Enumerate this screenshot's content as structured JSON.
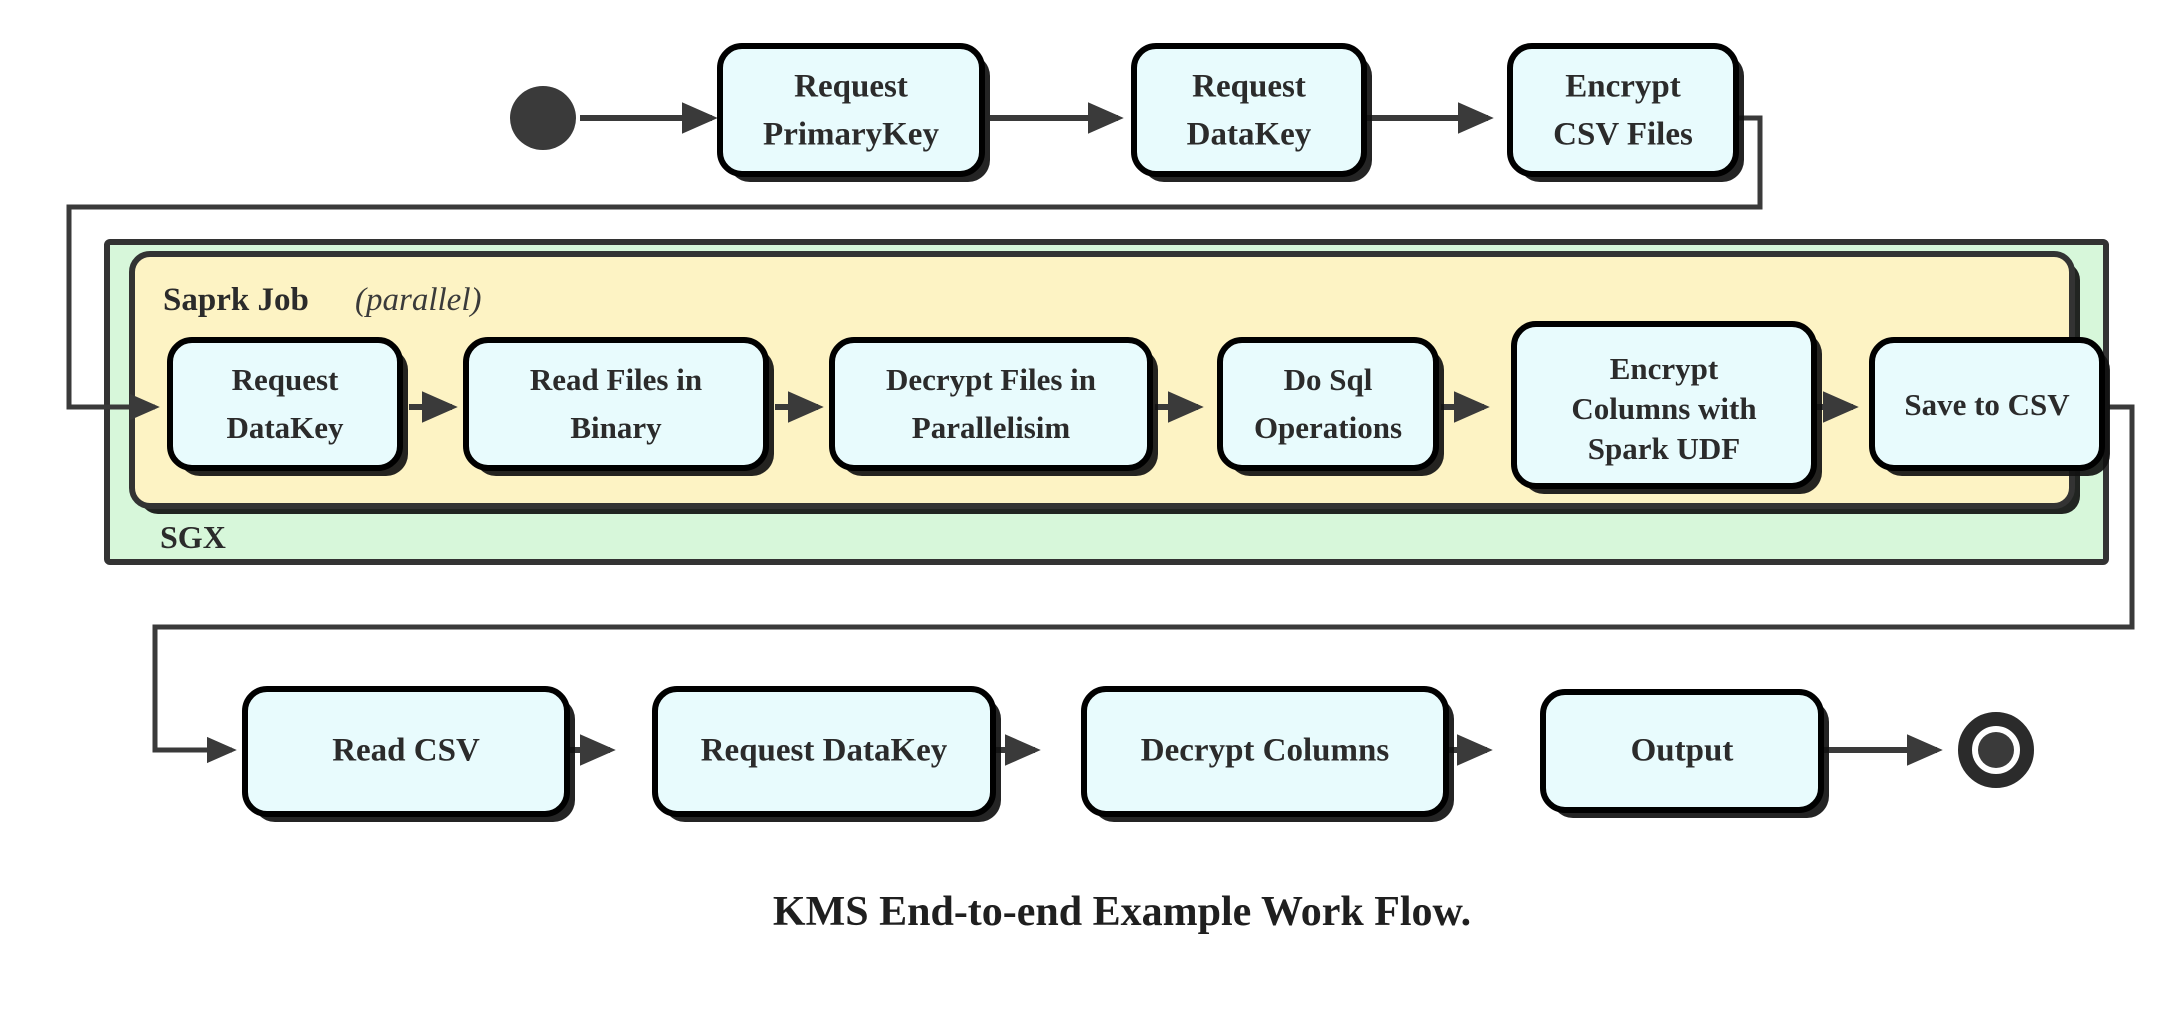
{
  "diagram": {
    "caption": "KMS End-to-end Example Work Flow.",
    "colors": {
      "node_fill": "#e8fbfd",
      "node_stroke": "#000000",
      "sgx_fill": "#d7f7da",
      "spark_fill": "#fdf3c4",
      "edge": "#3a3a3a",
      "text": "#2b2b2b",
      "background": "#ffffff"
    },
    "start_node": {
      "name": "start",
      "shape": "filled-circle"
    },
    "end_node": {
      "name": "end",
      "shape": "bullseye-circle"
    },
    "groups": [
      {
        "id": "sgx",
        "label": "SGX",
        "label_position": "bottom-left",
        "fill": "#d7f7da"
      },
      {
        "id": "spark",
        "label_bold": "Saprk Job",
        "label_italic": "(parallel)",
        "label_position": "top-left",
        "fill": "#fdf3c4"
      }
    ],
    "rows": {
      "top": {
        "name": "top-row",
        "nodes": [
          {
            "id": "request-primarykey",
            "lines": [
              "Request",
              "PrimaryKey"
            ]
          },
          {
            "id": "request-datakey-top",
            "lines": [
              "Request",
              "DataKey"
            ]
          },
          {
            "id": "encrypt-csv-files",
            "lines": [
              "Encrypt",
              "CSV Files"
            ]
          }
        ]
      },
      "spark": {
        "name": "spark-row",
        "nodes": [
          {
            "id": "request-datakey-spark",
            "lines": [
              "Request",
              "DataKey"
            ]
          },
          {
            "id": "read-files-in-binary",
            "lines": [
              "Read Files in",
              "Binary"
            ]
          },
          {
            "id": "decrypt-files-in-parallelisim",
            "lines": [
              "Decrypt Files in",
              "Parallelisim"
            ]
          },
          {
            "id": "do-sql-operations",
            "lines": [
              "Do Sql",
              "Operations"
            ]
          },
          {
            "id": "encrypt-columns-with-spark-udf",
            "lines": [
              "Encrypt",
              "Columns with",
              "Spark UDF"
            ]
          },
          {
            "id": "save-to-csv",
            "lines": [
              "Save to CSV"
            ]
          }
        ]
      },
      "bottom": {
        "name": "bottom-row",
        "nodes": [
          {
            "id": "read-csv",
            "lines": [
              "Read CSV"
            ]
          },
          {
            "id": "request-datakey-bottom",
            "lines": [
              "Request DataKey"
            ]
          },
          {
            "id": "decrypt-columns",
            "lines": [
              "Decrypt Columns"
            ]
          },
          {
            "id": "output",
            "lines": [
              "Output"
            ]
          }
        ]
      }
    },
    "edges": [
      {
        "from": "start",
        "to": "request-primarykey",
        "kind": "straight"
      },
      {
        "from": "request-primarykey",
        "to": "request-datakey-top",
        "kind": "straight"
      },
      {
        "from": "request-datakey-top",
        "to": "encrypt-csv-files",
        "kind": "straight"
      },
      {
        "from": "encrypt-csv-files",
        "to": "request-datakey-spark",
        "kind": "orthogonal-loop-left"
      },
      {
        "from": "request-datakey-spark",
        "to": "read-files-in-binary",
        "kind": "straight"
      },
      {
        "from": "read-files-in-binary",
        "to": "decrypt-files-in-parallelisim",
        "kind": "straight"
      },
      {
        "from": "decrypt-files-in-parallelisim",
        "to": "do-sql-operations",
        "kind": "straight"
      },
      {
        "from": "do-sql-operations",
        "to": "encrypt-columns-with-spark-udf",
        "kind": "straight"
      },
      {
        "from": "encrypt-columns-with-spark-udf",
        "to": "save-to-csv",
        "kind": "straight"
      },
      {
        "from": "save-to-csv",
        "to": "read-csv",
        "kind": "orthogonal-loop-left"
      },
      {
        "from": "read-csv",
        "to": "request-datakey-bottom",
        "kind": "straight"
      },
      {
        "from": "request-datakey-bottom",
        "to": "decrypt-columns",
        "kind": "straight"
      },
      {
        "from": "decrypt-columns",
        "to": "output",
        "kind": "straight"
      },
      {
        "from": "output",
        "to": "end",
        "kind": "straight"
      }
    ]
  }
}
